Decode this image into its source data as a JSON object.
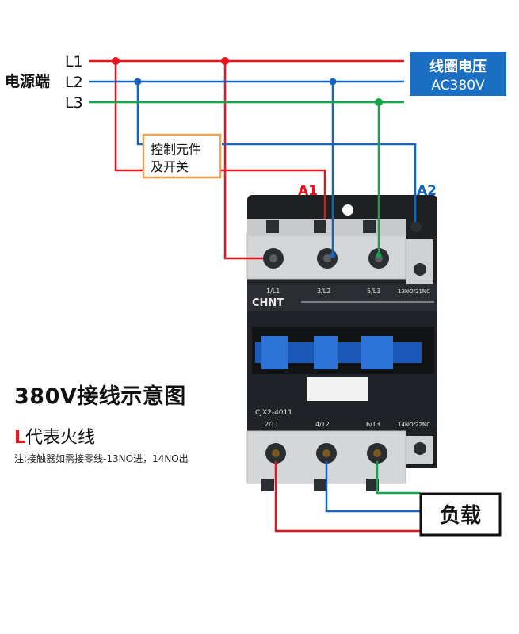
{
  "colors": {
    "L1": "#e8141c",
    "L2": "#1565c0",
    "L3": "#12a54a",
    "coil_box": "#1b6fc2",
    "control_border": "#f0a24e",
    "contactor_body": "#1e2124",
    "terminal_block": "#d5d6d8"
  },
  "supply": {
    "label": "电源端",
    "lines": [
      "L1",
      "L2",
      "L3"
    ]
  },
  "coil": {
    "line1": "线圈电压",
    "line2": "AC380V"
  },
  "control": {
    "line1": "控制元件",
    "line2": "及开关"
  },
  "coil_terminals": {
    "a1": "A1",
    "a2": "A2"
  },
  "contactor": {
    "brand": "CHNT",
    "model": "CJX2-4011",
    "top_terminals": [
      "1/L1",
      "3/L2",
      "5/L3",
      "13NO/21NC"
    ],
    "bottom_terminals": [
      "2/T1",
      "4/T2",
      "6/T3",
      "14NO/22NC"
    ]
  },
  "load": {
    "label": "负载"
  },
  "caption": {
    "title": "380V接线示意图",
    "legend_letter": "L",
    "legend_text": "代表火线",
    "note": "注:接触器如需接零线-13NO进，14NO出"
  }
}
